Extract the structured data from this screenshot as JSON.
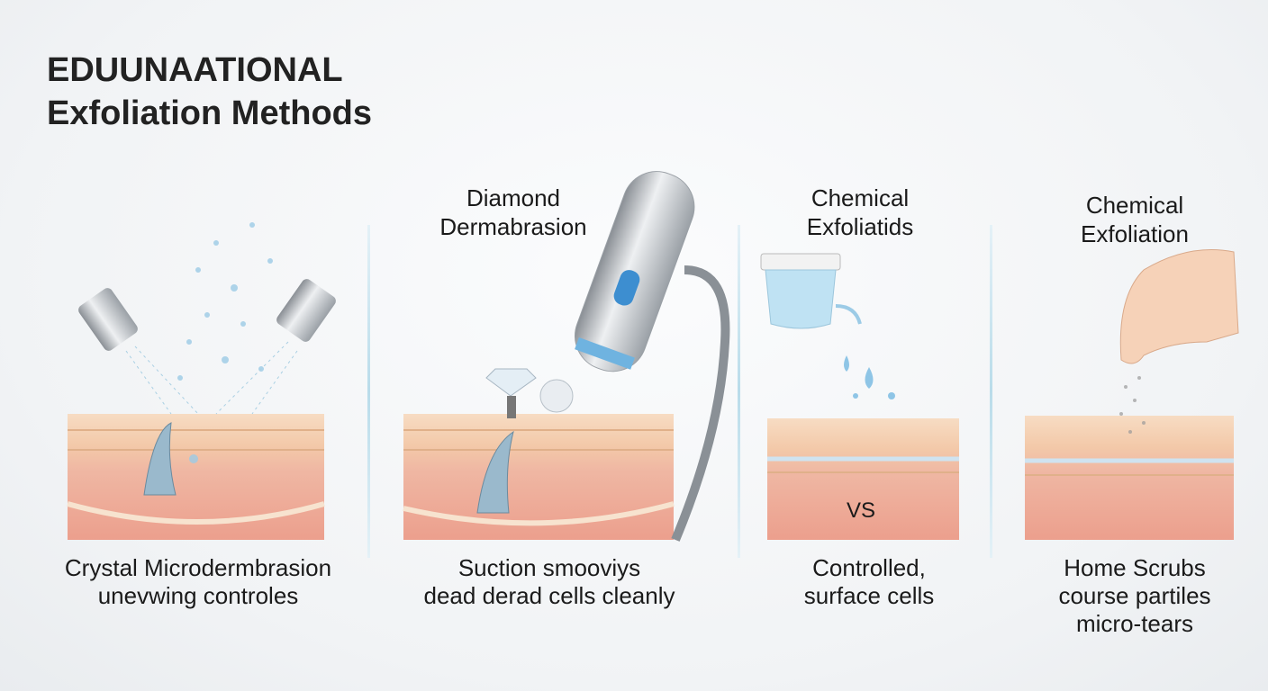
{
  "title": {
    "line1": "EDUUNAATIONAL",
    "line2": "Exfoliation Methods"
  },
  "panels": [
    {
      "heading": null,
      "caption": [
        "Crystal Microdermbrasion",
        "unevwing controles"
      ]
    },
    {
      "heading": [
        "Diamond",
        "Dermabrasion"
      ],
      "caption": [
        "Suction smooviys",
        "dead derad cells cleanly"
      ]
    },
    {
      "heading": [
        "Chemical",
        "Exfoliatids"
      ],
      "label": "VS",
      "caption": [
        "Controlled,",
        "surface cells"
      ]
    },
    {
      "heading": [
        "Chemical",
        "Exfoliation"
      ],
      "caption": [
        "Home Scrubs",
        "course partiles",
        "micro-tears"
      ]
    }
  ],
  "colors": {
    "skin_top": "#f6d9bf",
    "dermis": "#efb1a0",
    "accent_blue": "#5aa6d6"
  }
}
